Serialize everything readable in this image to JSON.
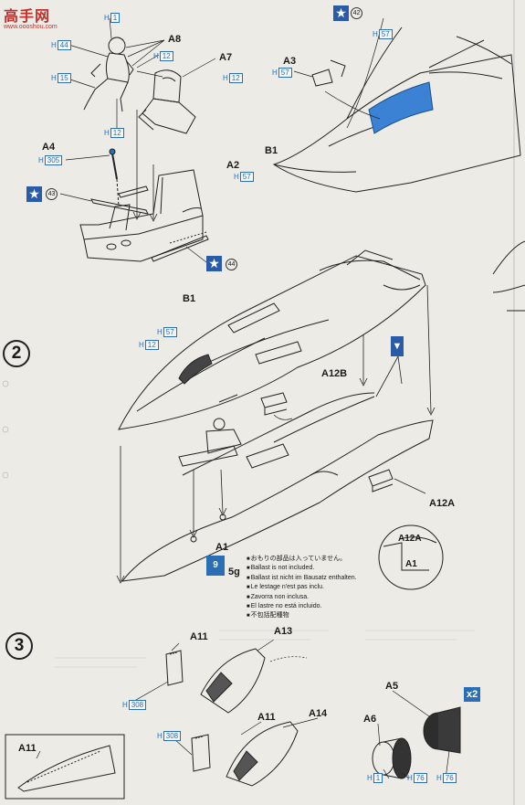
{
  "watermark": {
    "title": "高手网",
    "url": "www.oooshou.com"
  },
  "steps": [
    "2",
    "3"
  ],
  "parts": {
    "A8": "A8",
    "A7": "A7",
    "A4": "A4",
    "A2": "A2",
    "A3": "A3",
    "B1_top": "B1",
    "B1_mid": "B1",
    "A12B": "A12B",
    "A12A": "A12A",
    "A1": "A1",
    "A12A_detail": "A12A",
    "A1_detail": "A1",
    "A11_a": "A11",
    "A13": "A13",
    "A11_b": "A11",
    "A14": "A14",
    "A11_inset": "A11",
    "A5": "A5",
    "A6": "A6"
  },
  "paint": {
    "h": "H",
    "h1": "1",
    "h44": "44",
    "h15": "15",
    "h12a": "12",
    "h12b": "12",
    "h12c": "12",
    "h305": "305",
    "h57a": "57",
    "h57b": "57",
    "h57c": "57",
    "h12d": "12",
    "h57d": "57",
    "h308a": "308",
    "h308b": "308",
    "h1b": "1",
    "h76a": "76",
    "h76b": "76"
  },
  "decals": {
    "d42": "42",
    "d43": "43",
    "d44": "44"
  },
  "star": "★",
  "ballast": {
    "label": "9",
    "weight": "5g"
  },
  "notes": [
    "おもりの部品は入っていません。",
    "Ballast is not included.",
    "Ballast ist nicht im Bausatz enthalten.",
    "Le lestage n'est pas inclu.",
    "Zavorra non inclusa.",
    "El lastre no está incluido.",
    "不包括配種物"
  ],
  "multiplier": "x2",
  "colors": {
    "accent": "#2a6fb5",
    "star": "#2a5ba8",
    "paint_fill": "#3b82d4"
  }
}
